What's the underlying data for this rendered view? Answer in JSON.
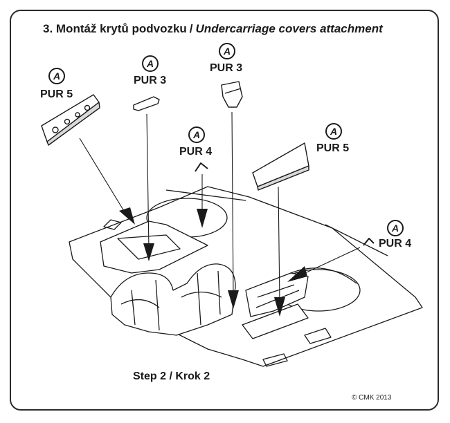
{
  "title": {
    "cz": "3. Montáž krytů podvozku",
    "separator": "/",
    "en": "Undercarriage covers attachment"
  },
  "callouts": [
    {
      "badge": "A",
      "part": "PUR 5"
    },
    {
      "badge": "A",
      "part": "PUR 3"
    },
    {
      "badge": "A",
      "part": "PUR 3"
    },
    {
      "badge": "A",
      "part": "PUR 4"
    },
    {
      "badge": "A",
      "part": "PUR 5"
    },
    {
      "badge": "A",
      "part": "PUR 4"
    }
  ],
  "step": "Step 2 / Krok 2",
  "copyright": "© CMK 2013",
  "colors": {
    "line": "#1a1a1a",
    "frame": "#2a2a2a",
    "fill": "#ffffff",
    "shade": "#d9d9d9"
  }
}
